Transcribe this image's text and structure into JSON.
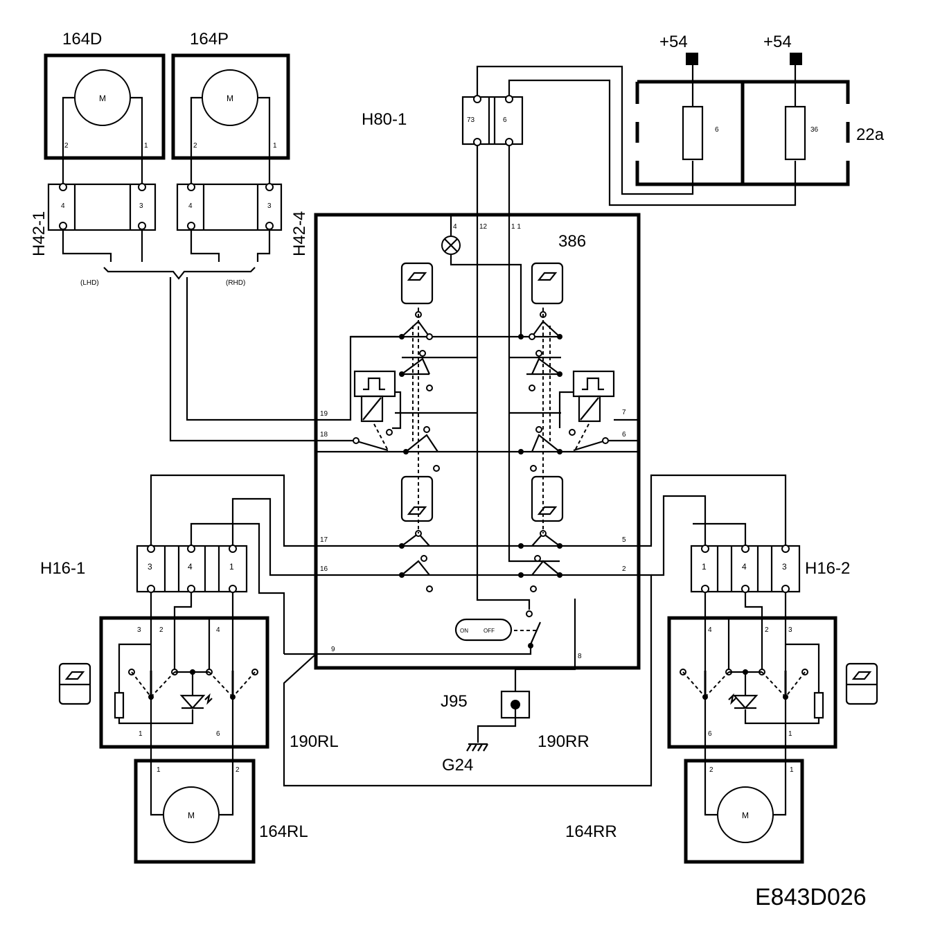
{
  "components": {
    "motor_164d": "164D",
    "motor_164p": "164P",
    "motor_164rl": "164RL",
    "motor_164rr": "164RR",
    "module_386": "386",
    "connector_h80_1": "H80-1",
    "connector_h42_1": "H42-1",
    "connector_h42_4": "H42-4",
    "connector_h16_1": "H16-1",
    "connector_h16_2": "H16-2",
    "fusebox_22a": "22a",
    "junction_j95": "J95",
    "ground_g24": "G24",
    "switch_190rl": "190RL",
    "switch_190rr": "190RR",
    "supply_left": "+54",
    "supply_right": "+54",
    "lhd": "(LHD)",
    "rhd": "(RHD)",
    "motor_symbol": "M",
    "on_label": "ON",
    "off_label": "OFF"
  },
  "pins": {
    "h80_73": "73",
    "h80_6": "6",
    "fuse_6": "6",
    "fuse_36": "36",
    "m164d_2": "2",
    "m164d_1": "1",
    "m164p_2": "2",
    "m164p_1": "1",
    "h42_1_4": "4",
    "h42_1_3": "3",
    "h42_4_4": "4",
    "h42_4_3": "3",
    "m386_4": "4",
    "m386_12": "12",
    "m386_11": "1 1",
    "m386_19": "19",
    "m386_18": "18",
    "m386_17": "17",
    "m386_16": "16",
    "m386_9": "9",
    "m386_7": "7",
    "m386_6": "6",
    "m386_5": "5",
    "m386_2": "2",
    "m386_8": "8",
    "h16_1_3": "3",
    "h16_1_4": "4",
    "h16_1_1": "1",
    "h16_2_1": "1",
    "h16_2_4": "4",
    "h16_2_3": "3",
    "rl_3": "3",
    "rl_2": "2",
    "rl_4": "4",
    "rl_1": "1",
    "rl_6": "6",
    "rr_4": "4",
    "rr_2": "2",
    "rr_3": "3",
    "rr_6": "6",
    "rr_1": "1",
    "m164rl_1": "1",
    "m164rl_2": "2",
    "m164rr_2": "2",
    "m164rr_1": "1"
  },
  "diagram_code": "E843D026"
}
